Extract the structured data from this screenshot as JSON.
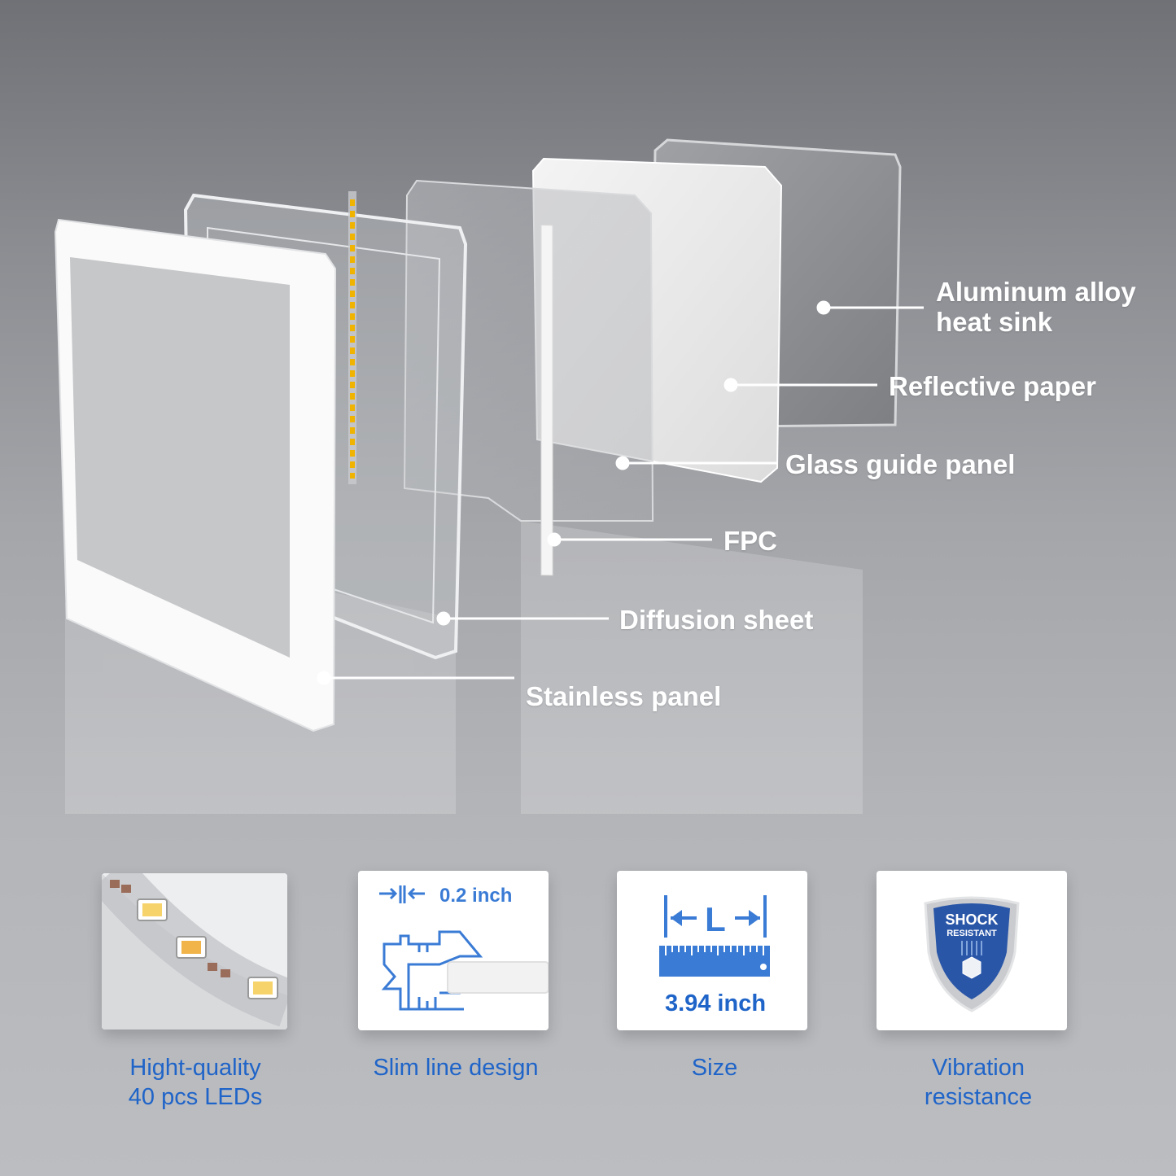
{
  "callouts": [
    {
      "label": "Aluminum alloy\nheat sink"
    },
    {
      "label": "Reflective paper"
    },
    {
      "label": "Glass guide panel"
    },
    {
      "label": "FPC"
    },
    {
      "label": "Diffusion sheet"
    },
    {
      "label": "Stainless panel"
    }
  ],
  "features": [
    {
      "caption": "Hight-quality\n40 pcs LEDs",
      "icon": "led-strip-icon"
    },
    {
      "caption": "Slim line design",
      "icon": "caliper-icon",
      "dimension": "0.2 inch"
    },
    {
      "caption": "Size",
      "icon": "ruler-icon",
      "ruler_letter": "L",
      "dimension": "3.94 inch"
    },
    {
      "caption": "Vibration\nresistance",
      "icon": "shock-shield-icon",
      "badge_line1": "SHOCK",
      "badge_line2": "RESISTANT"
    }
  ],
  "colors": {
    "accent": "#1f64c8",
    "icon_blue": "#3a7bd5",
    "shield_blue": "#2a56a8"
  }
}
